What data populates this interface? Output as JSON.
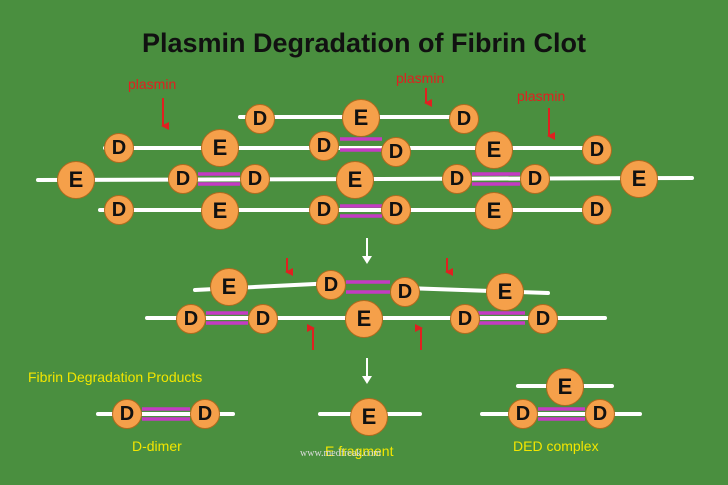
{
  "title": "Plasmin Degradation of Fibrin Clot",
  "labels": {
    "plasmin": "plasmin",
    "fdp": "Fibrin Degradation Products",
    "ddimer": "D-dimer",
    "efragment": "E fragment",
    "ded": "DED complex",
    "watermark": "www.medfreak.com"
  },
  "nodes": {
    "D": "D",
    "E": "E"
  },
  "colors": {
    "background": "#4a8f3f",
    "strand": "#ffffff",
    "crosslink": "#c43bc4",
    "domain": "#f5a04a",
    "arrow": "#e02020",
    "label": "#f2e600"
  }
}
